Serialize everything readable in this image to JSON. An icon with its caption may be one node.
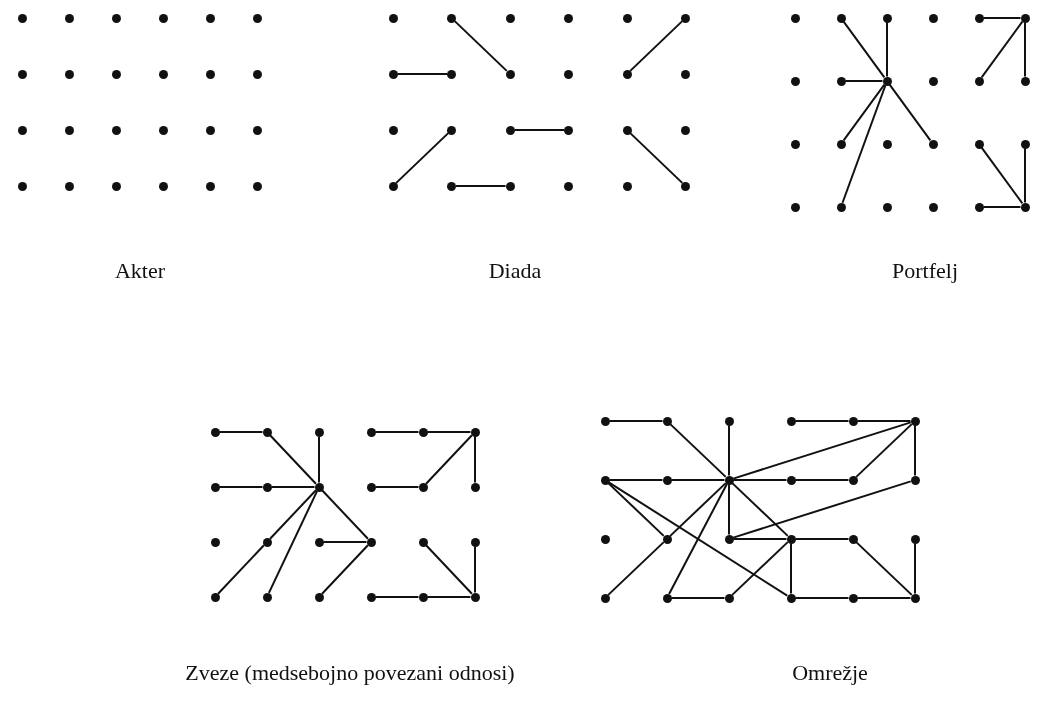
{
  "diagram": {
    "nodes": [
      {
        "text": [],
        "shape": "circle"
      },
      {
        "text": [],
        "shape": "circle"
      },
      {
        "text": [],
        "shape": "circle"
      },
      {
        "text": [],
        "shape": "circle"
      },
      {
        "text": [],
        "shape": "circle"
      },
      {
        "text": [],
        "shape": "circle"
      },
      {
        "text": [],
        "shape": "circle"
      },
      {
        "text": [],
        "shape": "circle"
      },
      {
        "text": [],
        "shape": "circle"
      },
      {
        "text": [],
        "shape": "circle"
      },
      {
        "text": [],
        "shape": "circle"
      },
      {
        "text": [],
        "shape": "circle"
      },
      {
        "text": [],
        "shape": "circle"
      },
      {
        "text": [],
        "shape": "circle"
      },
      {
        "text": [],
        "shape": "circle"
      },
      {
        "text": [],
        "shape": "circle"
      },
      {
        "text": [],
        "shape": "circle"
      },
      {
        "text": [],
        "shape": "circle"
      },
      {
        "text": [],
        "shape": "circle"
      },
      {
        "text": [],
        "shape": "circle"
      },
      {
        "text": [],
        "shape": "circle"
      },
      {
        "text": [],
        "shape": "circle"
      },
      {
        "text": [],
        "shape": "circle"
      },
      {
        "text": [],
        "shape": "circle"
      },
      {
        "text": [],
        "shape": "circle"
      },
      {
        "text": [],
        "shape": "circle"
      },
      {
        "text": [],
        "shape": "circle"
      },
      {
        "text": [],
        "shape": "circle"
      },
      {
        "text": [],
        "shape": "circle"
      },
      {
        "text": [],
        "shape": "circle"
      },
      {
        "text": [],
        "shape": "circle"
      },
      {
        "text": [],
        "shape": "circle"
      },
      {
        "text": [],
        "shape": "circle"
      },
      {
        "text": [],
        "shape": "circle"
      },
      {
        "text": [],
        "shape": "circle"
      },
      {
        "text": [],
        "shape": "circle"
      },
      {
        "text": [],
        "shape": "circle"
      },
      {
        "text": [],
        "shape": "circle"
      },
      {
        "text": [],
        "shape": "circle"
      },
      {
        "text": [],
        "shape": "circle"
      },
      {
        "text": [],
        "shape": "circle"
      },
      {
        "text": [],
        "shape": "circle"
      },
      {
        "text": [],
        "shape": "circle"
      },
      {
        "text": [],
        "shape": "circle"
      },
      {
        "text": [],
        "shape": "circle"
      },
      {
        "text": [],
        "shape": "circle"
      },
      {
        "text": [],
        "shape": "circle"
      },
      {
        "text": [],
        "shape": "circle"
      },
      {
        "text": [],
        "shape": "circle"
      },
      {
        "text": [],
        "shape": "circle"
      },
      {
        "text": [],
        "shape": "circle"
      },
      {
        "text": [],
        "shape": "circle"
      },
      {
        "text": [],
        "shape": "circle"
      },
      {
        "text": [],
        "shape": "circle"
      },
      {
        "text": [],
        "shape": "circle"
      },
      {
        "text": [],
        "shape": "circle"
      },
      {
        "text": [],
        "shape": "circle"
      },
      {
        "text": [],
        "shape": "circle"
      },
      {
        "text": [],
        "shape": "circle"
      },
      {
        "text": [],
        "shape": "circle"
      },
      {
        "text": [],
        "shape": "circle"
      },
      {
        "text": [],
        "shape": "circle"
      },
      {
        "text": [],
        "shape": "circle"
      },
      {
        "text": [],
        "shape": "circle"
      },
      {
        "text": [],
        "shape": "circle"
      },
      {
        "text": [],
        "shape": "circle"
      },
      {
        "text": [],
        "shape": "circle"
      },
      {
        "text": [],
        "shape": "circle"
      },
      {
        "text": [],
        "shape": "circle"
      },
      {
        "text": [],
        "shape": "circle"
      },
      {
        "text": [],
        "shape": "circle"
      },
      {
        "text": [],
        "shape": "circle"
      },
      {
        "text": [],
        "shape": "circle"
      },
      {
        "text": [],
        "shape": "circle"
      },
      {
        "text": [],
        "shape": "circle"
      },
      {
        "text": [],
        "shape": "circle"
      },
      {
        "text": [],
        "shape": "circle"
      },
      {
        "text": [],
        "shape": "circle"
      },
      {
        "text": [],
        "shape": "circle"
      },
      {
        "text": [],
        "shape": "circle"
      },
      {
        "text": [],
        "shape": "circle"
      },
      {
        "text": [],
        "shape": "circle"
      },
      {
        "text": [],
        "shape": "circle"
      },
      {
        "text": [],
        "shape": "circle"
      },
      {
        "text": [],
        "shape": "circle"
      },
      {
        "text": [],
        "shape": "circle"
      },
      {
        "text": [],
        "shape": "circle"
      },
      {
        "text": [],
        "shape": "circle"
      },
      {
        "text": [],
        "shape": "circle"
      },
      {
        "text": [],
        "shape": "circle"
      },
      {
        "text": [],
        "shape": "circle"
      },
      {
        "text": [],
        "shape": "circle"
      },
      {
        "text": [],
        "shape": "circle"
      },
      {
        "text": [],
        "shape": "circle"
      },
      {
        "text": [],
        "shape": "circle"
      },
      {
        "text": [],
        "shape": "circle"
      },
      {
        "text": [],
        "shape": "circle"
      },
      {
        "text": [],
        "shape": "circle"
      },
      {
        "text": [],
        "shape": "circle"
      },
      {
        "text": [],
        "shape": "circle"
      },
      {
        "text": [],
        "shape": "circle"
      },
      {
        "text": [],
        "shape": "circle"
      },
      {
        "text": [],
        "shape": "circle"
      },
      {
        "text": [],
        "shape": "circle"
      },
      {
        "text": [],
        "shape": "circle"
      },
      {
        "text": [],
        "shape": "circle"
      },
      {
        "text": [],
        "shape": "circle"
      },
      {
        "text": [],
        "shape": "circle"
      },
      {
        "text": [],
        "shape": "circle"
      },
      {
        "text": [],
        "shape": "circle"
      },
      {
        "text": [],
        "shape": "circle"
      },
      {
        "text": [],
        "shape": "circle"
      },
      {
        "text": [],
        "shape": "circle"
      },
      {
        "text": [],
        "shape": "circle"
      },
      {
        "text": [],
        "shape": "circle"
      },
      {
        "text": [],
        "shape": "circle"
      },
      {
        "text": [],
        "shape": "circle"
      },
      {
        "text": [],
        "shape": "circle"
      },
      {
        "text": [],
        "shape": "circle"
      },
      {
        "text": [],
        "shape": "circle"
      }
    ],
    "edges": [
      {
        "from": 30,
        "to": 31,
        "arrow": "none"
      },
      {
        "from": 25,
        "to": 32,
        "arrow": "none"
      },
      {
        "from": 34,
        "to": 29,
        "arrow": "none"
      },
      {
        "from": 42,
        "to": 37,
        "arrow": "none"
      },
      {
        "from": 38,
        "to": 39,
        "arrow": "none"
      },
      {
        "from": 43,
        "to": 44,
        "arrow": "none"
      },
      {
        "from": 40,
        "to": 47,
        "arrow": "none"
      },
      {
        "from": 49,
        "to": 56,
        "arrow": "none"
      },
      {
        "from": 50,
        "to": 56,
        "arrow": "none"
      },
      {
        "from": 55,
        "to": 56,
        "arrow": "none"
      },
      {
        "from": 61,
        "to": 56,
        "arrow": "none"
      },
      {
        "from": 67,
        "to": 56,
        "arrow": "none"
      },
      {
        "from": 63,
        "to": 56,
        "arrow": "none"
      },
      {
        "from": 52,
        "to": 53,
        "arrow": "none"
      },
      {
        "from": 58,
        "to": 53,
        "arrow": "none"
      },
      {
        "from": 53,
        "to": 59,
        "arrow": "none"
      },
      {
        "from": 64,
        "to": 71,
        "arrow": "none"
      },
      {
        "from": 65,
        "to": 71,
        "arrow": "none"
      },
      {
        "from": 70,
        "to": 71,
        "arrow": "none"
      },
      {
        "from": 72,
        "to": 73,
        "arrow": "none"
      },
      {
        "from": 73,
        "to": 80,
        "arrow": "none"
      },
      {
        "from": 74,
        "to": 80,
        "arrow": "none"
      },
      {
        "from": 78,
        "to": 79,
        "arrow": "none"
      },
      {
        "from": 79,
        "to": 80,
        "arrow": "none"
      },
      {
        "from": 85,
        "to": 80,
        "arrow": "none"
      },
      {
        "from": 90,
        "to": 85,
        "arrow": "none"
      },
      {
        "from": 91,
        "to": 80,
        "arrow": "none"
      },
      {
        "from": 80,
        "to": 87,
        "arrow": "none"
      },
      {
        "from": 86,
        "to": 87,
        "arrow": "none"
      },
      {
        "from": 92,
        "to": 87,
        "arrow": "none"
      },
      {
        "from": 75,
        "to": 76,
        "arrow": "none"
      },
      {
        "from": 76,
        "to": 77,
        "arrow": "none"
      },
      {
        "from": 81,
        "to": 82,
        "arrow": "none"
      },
      {
        "from": 82,
        "to": 77,
        "arrow": "none"
      },
      {
        "from": 77,
        "to": 83,
        "arrow": "none"
      },
      {
        "from": 88,
        "to": 95,
        "arrow": "none"
      },
      {
        "from": 89,
        "to": 95,
        "arrow": "none"
      },
      {
        "from": 93,
        "to": 94,
        "arrow": "none"
      },
      {
        "from": 94,
        "to": 95,
        "arrow": "none"
      },
      {
        "from": 96,
        "to": 97,
        "arrow": "none"
      },
      {
        "from": 97,
        "to": 104,
        "arrow": "none"
      },
      {
        "from": 98,
        "to": 104,
        "arrow": "none"
      },
      {
        "from": 99,
        "to": 100,
        "arrow": "none"
      },
      {
        "from": 100,
        "to": 101,
        "arrow": "none"
      },
      {
        "from": 102,
        "to": 103,
        "arrow": "none"
      },
      {
        "from": 103,
        "to": 104,
        "arrow": "none"
      },
      {
        "from": 104,
        "to": 105,
        "arrow": "none"
      },
      {
        "from": 105,
        "to": 106,
        "arrow": "none"
      },
      {
        "from": 104,
        "to": 101,
        "arrow": "none"
      },
      {
        "from": 106,
        "to": 101,
        "arrow": "none"
      },
      {
        "from": 101,
        "to": 107,
        "arrow": "none"
      },
      {
        "from": 102,
        "to": 109,
        "arrow": "none"
      },
      {
        "from": 102,
        "to": 117,
        "arrow": "none"
      },
      {
        "from": 114,
        "to": 109,
        "arrow": "none"
      },
      {
        "from": 109,
        "to": 104,
        "arrow": "none"
      },
      {
        "from": 115,
        "to": 104,
        "arrow": "none"
      },
      {
        "from": 104,
        "to": 110,
        "arrow": "none"
      },
      {
        "from": 110,
        "to": 107,
        "arrow": "none"
      },
      {
        "from": 110,
        "to": 111,
        "arrow": "none"
      },
      {
        "from": 104,
        "to": 111,
        "arrow": "none"
      },
      {
        "from": 111,
        "to": 112,
        "arrow": "none"
      },
      {
        "from": 111,
        "to": 117,
        "arrow": "none"
      },
      {
        "from": 111,
        "to": 116,
        "arrow": "none"
      },
      {
        "from": 115,
        "to": 116,
        "arrow": "none"
      },
      {
        "from": 112,
        "to": 119,
        "arrow": "none"
      },
      {
        "from": 113,
        "to": 119,
        "arrow": "none"
      },
      {
        "from": 117,
        "to": 118,
        "arrow": "none"
      },
      {
        "from": 118,
        "to": 119,
        "arrow": "none"
      }
    ],
    "labels": [
      "Akter",
      "Diada",
      "Portfelj",
      "Zveze (medsebojno povezani odnosi)",
      "Omrežje"
    ]
  }
}
